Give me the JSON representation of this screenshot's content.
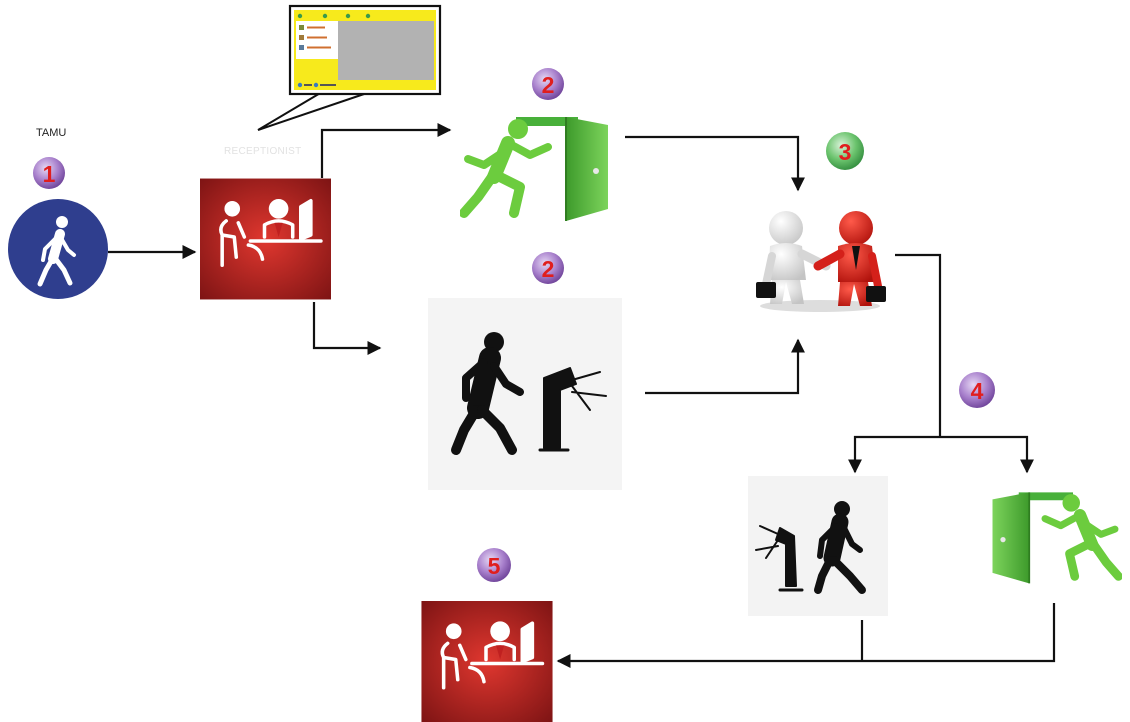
{
  "labels": {
    "visitor": "TAMU",
    "receptionist": "RECEPTIONIST"
  },
  "steps": [
    "1",
    "2",
    "2",
    "3",
    "4",
    "5"
  ],
  "colors": {
    "badge_purple": "#8e62b4",
    "badge_green": "#4fb05c",
    "badge_number": "#e01e1e",
    "walker_circle": "#2f3e8e",
    "reception_box": "#a82a2a",
    "door_green": "#4fb838",
    "screen_frame": "#f7ea1c",
    "screen_body": "#b2b2b2"
  },
  "icons": [
    "walking-person-icon",
    "reception-desk-icon",
    "exit-door-icon",
    "turnstile-icon",
    "handshake-icon"
  ]
}
